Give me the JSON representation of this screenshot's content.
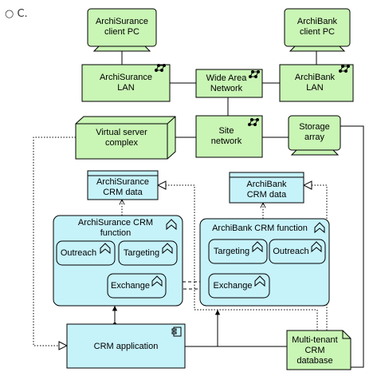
{
  "caption": "C.",
  "nodes": {
    "archisurance_client_pc": {
      "line1": "ArchiSurance",
      "line2": "client PC"
    },
    "archibank_client_pc": {
      "line1": "ArchiBank",
      "line2": "client PC"
    },
    "archisurance_lan": {
      "line1": "ArchiSurance",
      "line2": "LAN"
    },
    "wide_area_network": {
      "line1": "Wide Area",
      "line2": "Network"
    },
    "archibank_lan": {
      "line1": "ArchiBank",
      "line2": "LAN"
    },
    "virtual_server_complex": {
      "line1": "Virtual server",
      "line2": "complex"
    },
    "site_network": {
      "line1": "Site",
      "line2": "network"
    },
    "storage_array": {
      "line1": "Storage",
      "line2": "array"
    },
    "archisurance_crm_data": {
      "line1": "ArchiSurance",
      "line2": "CRM data"
    },
    "archibank_crm_data": {
      "line1": "ArchiBank",
      "line2": "CRM data"
    },
    "archisurance_crm_function": {
      "line1": "ArchiSurance CRM",
      "line2": "function"
    },
    "archibank_crm_function": {
      "line1": "ArchiBank CRM function"
    },
    "as_outreach": {
      "line1": "Outreach"
    },
    "as_targeting": {
      "line1": "Targeting"
    },
    "as_exchange": {
      "line1": "Exchange"
    },
    "ab_targeting": {
      "line1": "Targeting"
    },
    "ab_outreach": {
      "line1": "Outreach"
    },
    "ab_exchange": {
      "line1": "Exchange"
    },
    "crm_application": {
      "line1": "CRM application"
    },
    "multi_tenant_db": {
      "line1": "Multi-tenant",
      "line2": "CRM",
      "line3": "database"
    }
  },
  "colors": {
    "technology_fill": "#c9f5b5",
    "application_fill": "#c6f2fa",
    "line": "#000000"
  },
  "icons": {
    "network": "network-icon",
    "function": "function-chevron-icon",
    "component": "component-icon",
    "device": "device-shape",
    "node": "node-3d-shape",
    "data": "data-object-shape",
    "artifact": "artifact-folded-shape"
  }
}
